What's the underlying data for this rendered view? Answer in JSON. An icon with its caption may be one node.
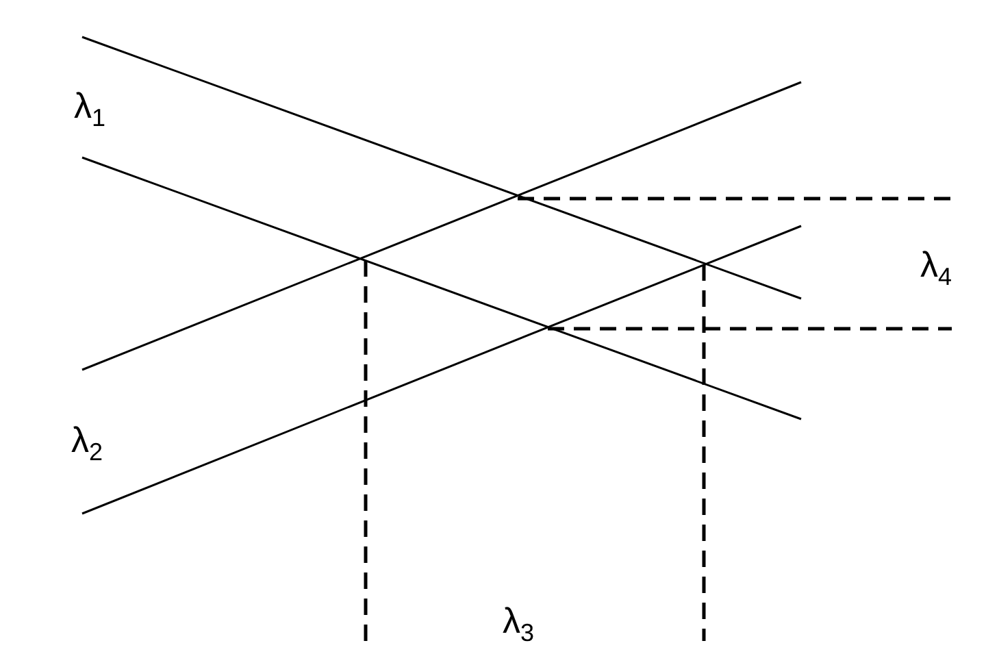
{
  "diagram": {
    "labels": [
      "λ$_{1}$",
      "λ$_{2}$",
      "λ$_{3}$",
      "λ$_{4}$"
    ]
  }
}
